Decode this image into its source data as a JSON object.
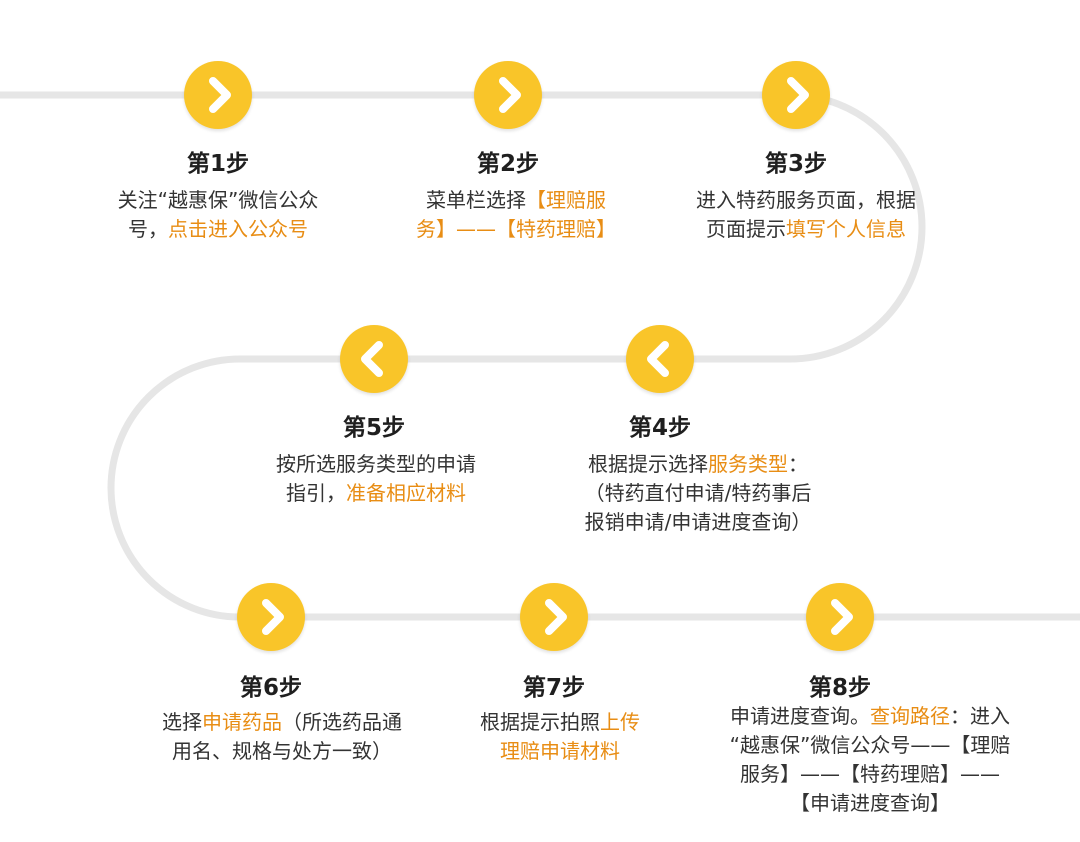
{
  "colors": {
    "accent": "#f9c529",
    "highlight": "#e88d14",
    "track": "#e6e6e6",
    "text": "#333333"
  },
  "steps": [
    {
      "title": "第1步",
      "direction": "right",
      "desc_lines": [
        [
          {
            "text": "关注“越惠保”微信公众"
          }
        ],
        [
          {
            "text": "号，"
          },
          {
            "text": "点击进入公众号",
            "hl": true
          }
        ]
      ]
    },
    {
      "title": "第2步",
      "direction": "right",
      "desc_lines": [
        [
          {
            "text": "菜单栏选择"
          },
          {
            "text": "【理赔服",
            "hl": true
          }
        ],
        [
          {
            "text": "务】——【特药理赔】",
            "hl": true
          }
        ]
      ]
    },
    {
      "title": "第3步",
      "direction": "right",
      "desc_lines": [
        [
          {
            "text": "进入特药服务页面，根据"
          }
        ],
        [
          {
            "text": "页面提示"
          },
          {
            "text": "填写个人信息",
            "hl": true
          }
        ]
      ]
    },
    {
      "title": "第4步",
      "direction": "left",
      "desc_lines": [
        [
          {
            "text": "根据提示选择"
          },
          {
            "text": "服务类型",
            "hl": true
          },
          {
            "text": "："
          }
        ],
        [
          {
            "text": "（特药直付申请/特药事后"
          }
        ],
        [
          {
            "text": "报销申请/申请进度查询）"
          }
        ]
      ]
    },
    {
      "title": "第5步",
      "direction": "left",
      "desc_lines": [
        [
          {
            "text": "按所选服务类型的申请"
          }
        ],
        [
          {
            "text": "指引，"
          },
          {
            "text": "准备相应材料",
            "hl": true
          }
        ]
      ]
    },
    {
      "title": "第6步",
      "direction": "right",
      "desc_lines": [
        [
          {
            "text": "选择"
          },
          {
            "text": "申请药品",
            "hl": true
          },
          {
            "text": "（所选药品通"
          }
        ],
        [
          {
            "text": "用名、规格与处方一致）"
          }
        ]
      ]
    },
    {
      "title": "第7步",
      "direction": "right",
      "desc_lines": [
        [
          {
            "text": "根据提示拍照"
          },
          {
            "text": "上传",
            "hl": true
          }
        ],
        [
          {
            "text": "理赔申请材料",
            "hl": true
          }
        ]
      ]
    },
    {
      "title": "第8步",
      "direction": "right",
      "desc_lines": [
        [
          {
            "text": "申请进度查询。"
          },
          {
            "text": "查询路径",
            "hl": true
          },
          {
            "text": "：进入"
          }
        ],
        [
          {
            "text": "“越惠保”微信公众号——【理赔"
          }
        ],
        [
          {
            "text": "服务】——【特药理赔】——"
          }
        ],
        [
          {
            "text": "【申请进度查询】"
          }
        ]
      ]
    }
  ]
}
